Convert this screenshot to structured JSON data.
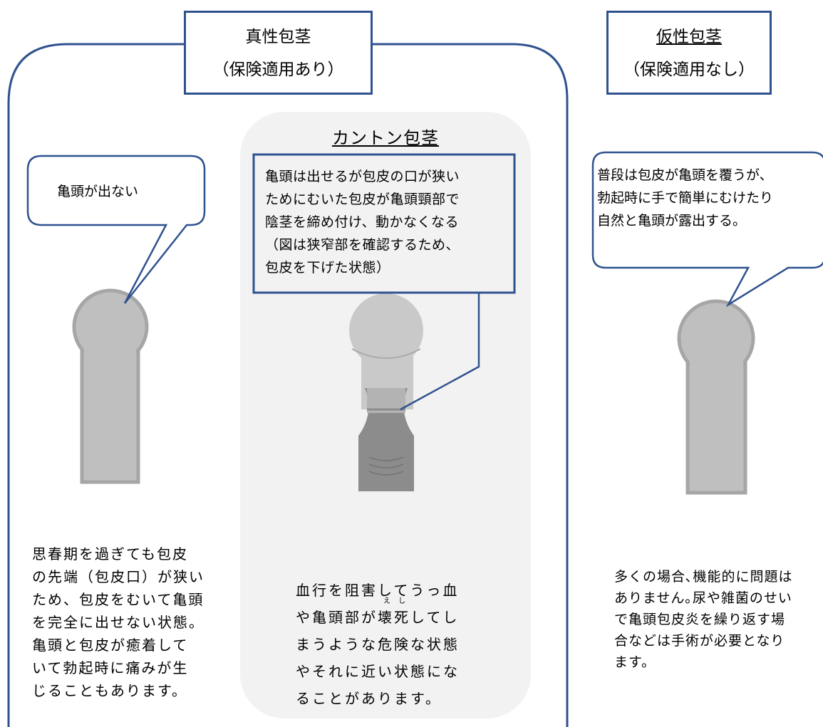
{
  "true_phimosis": {
    "title": "真性包茎",
    "subtitle": "（保険適用あり）",
    "callout": "亀頭が出ない",
    "description": "思春期を過ぎても包皮\nの先端（包皮口）が狭い\nため、包皮をむいて亀頭\nを完全に出せない状態。\n亀頭と包皮が癒着して\nいて勃起時に痛みが生\nじることもあります。"
  },
  "paraphimosis": {
    "title": "カントン包茎",
    "callout": "亀頭は出せるが包皮の口が狭い\nためにむいた包皮が亀頭頸部で\n陰茎を締め付け、動かなくなる\n（図は狭窄部を確認するため、\n包皮を下げた状態）",
    "description": "血行を阻害してうっ血\nや亀頭部が壊死してし\nまうような危険な状態\nやそれに近い状態にな\nることがあります。",
    "ruby": "え し"
  },
  "pseudo_phimosis": {
    "title": "仮性包茎",
    "subtitle": "（保険適用なし）",
    "callout": "普段は包皮が亀頭を覆うが、\n勃起時に手で簡単にむけたり\n自然と亀頭が露出する。",
    "description": "多くの場合､機能的に問題は\nありません｡尿や雑菌のせい\nで亀頭包皮炎を繰り返す場\n合などは手術が必要となり\nます。"
  },
  "colors": {
    "border": "#2f528f",
    "panel": "#f2f2f2",
    "shaft": "#bfbfbf",
    "outline": "#a6a6a6",
    "dark": "#8c8c8c"
  }
}
